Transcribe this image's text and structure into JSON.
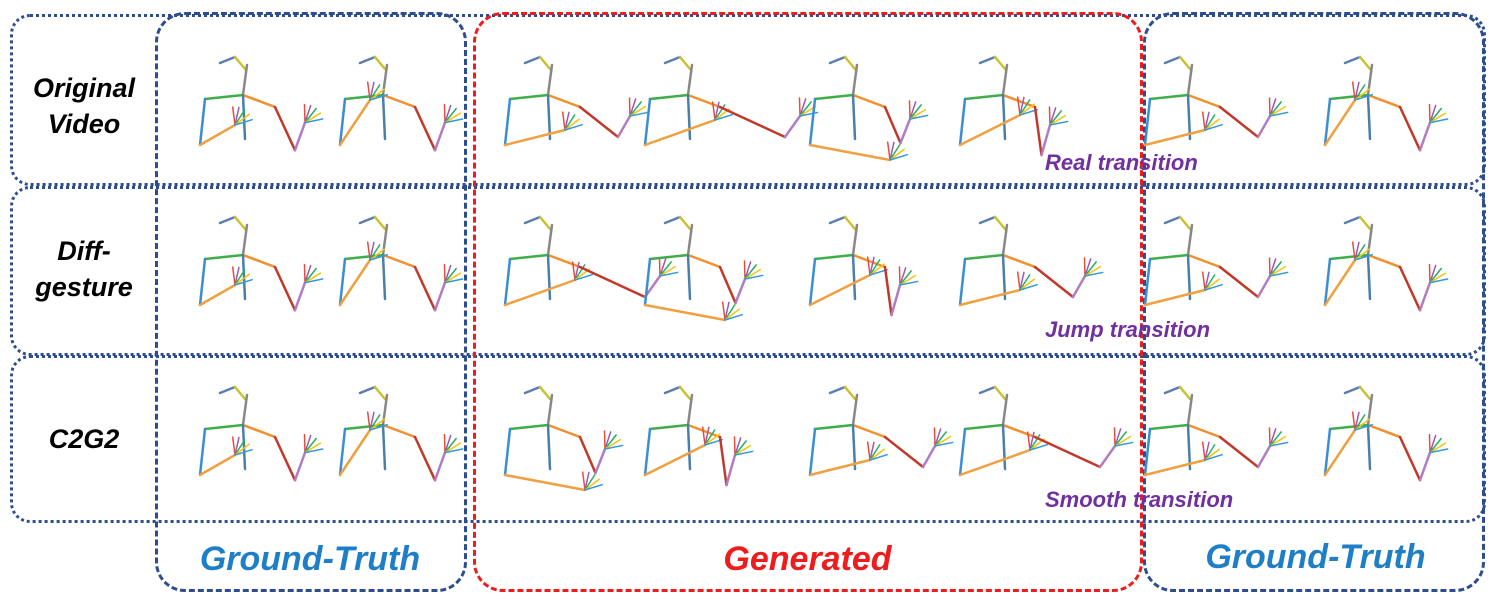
{
  "rows": [
    {
      "label": "Original\nVideo",
      "transition": "Real transition"
    },
    {
      "label": "Diff-\ngesture",
      "transition": "Jump transition"
    },
    {
      "label": "C2G2",
      "transition": "Smooth transition"
    }
  ],
  "columns": {
    "left": "Ground-Truth",
    "middle": "Generated",
    "right": "Ground-Truth"
  },
  "colors": {
    "gt_box": "#2e4d8f",
    "generated_box": "#ee1c1c",
    "gt_label": "#1f7fc6",
    "generated_label": "#ee1c1c",
    "transition_label": "#7030a0"
  }
}
